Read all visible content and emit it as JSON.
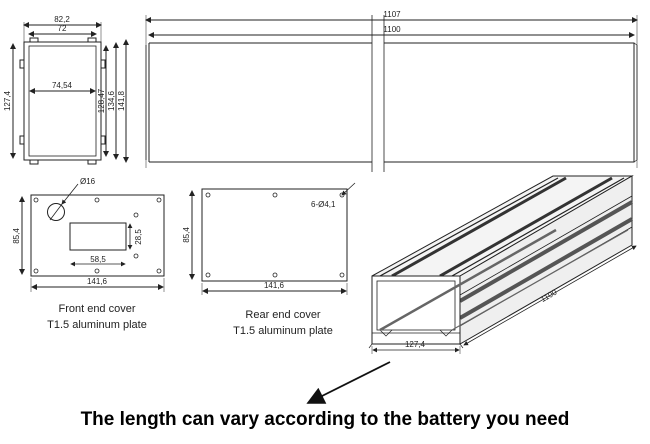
{
  "cross_section": {
    "width_outer": "82,2",
    "width_inner": "72",
    "width_mid": "74,54",
    "height_left": "127,4",
    "height_a": "128,47",
    "height_b": "134,6",
    "height_c": "141,8"
  },
  "long_side": {
    "total_length": "1107",
    "body_length": "1100"
  },
  "front_cover": {
    "hole_dia": "Ø16",
    "height": "85,4",
    "window_w": "58,5",
    "window_h": "28,5",
    "width": "141,6",
    "caption_1": "Front end cover",
    "caption_2": "T1.5 aluminum plate"
  },
  "rear_cover": {
    "holes": "6-Ø4,1",
    "height": "85,4",
    "width": "141,6",
    "caption_1": "Rear end cover",
    "caption_2": "T1.5 aluminum plate"
  },
  "iso": {
    "length": "1100",
    "width": "127,4"
  },
  "caption": "The length can vary according to the battery you need"
}
